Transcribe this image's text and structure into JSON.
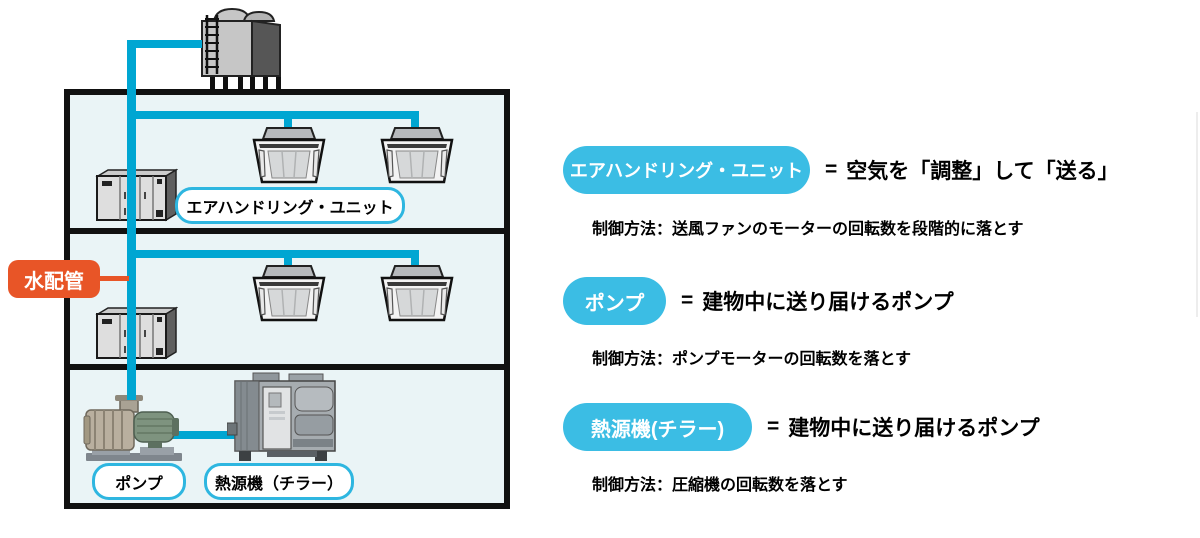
{
  "diagram": {
    "water_pipe_label": "水配管",
    "ahu_label": "エアハンドリング・ユニット",
    "pump_label": "ポンプ",
    "chiller_label": "熱源機（チラー）"
  },
  "legend": {
    "rows": [
      {
        "pill": "エアハンドリング・ユニット",
        "relation": "=",
        "description": "空気を「調整」して「送る」",
        "control": "制御方法：送風ファンのモーターの回転数を段階的に落とす"
      },
      {
        "pill": "ポンプ",
        "relation": "=",
        "description": "建物中に送り届けるポンプ",
        "control": "制御方法：ポンプモーターの回転数を落とす"
      },
      {
        "pill": "熱源機(チラー)",
        "relation": "=",
        "description": "建物中に送り届けるポンプ",
        "control": "制御方法：圧縮機の回転数を落とす"
      }
    ]
  },
  "colors": {
    "pipe_cyan": "#00a6d2",
    "legend_pill_cyan": "#3bbde4",
    "label_border_cyan": "#2eb6e0",
    "water_label_orange": "#e85527",
    "building_background": "#eaf4f6",
    "outline_black": "#111111"
  }
}
